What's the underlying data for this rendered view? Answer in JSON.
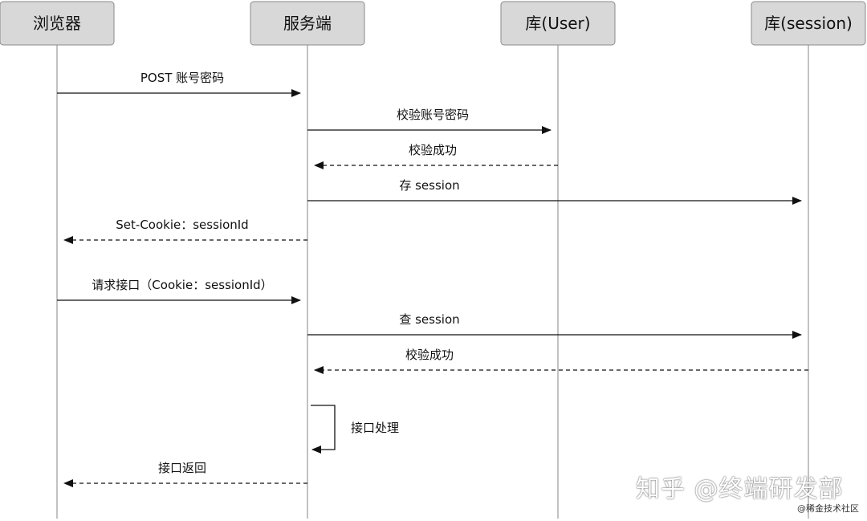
{
  "colors": {
    "actor_fill": "#d8d8d8",
    "actor_stroke": "#8a8a8a",
    "lifeline": "#999999",
    "arrow": "#111111",
    "text": "#111111"
  },
  "participants": [
    {
      "id": "browser",
      "label": "浏览器"
    },
    {
      "id": "server",
      "label": "服务端"
    },
    {
      "id": "userdb",
      "label": "库(User)"
    },
    {
      "id": "sessiondb",
      "label": "库(session)"
    }
  ],
  "messages": [
    {
      "from": "browser",
      "to": "server",
      "label": "POST 账号密码",
      "style": "solid"
    },
    {
      "from": "server",
      "to": "userdb",
      "label": "校验账号密码",
      "style": "solid"
    },
    {
      "from": "userdb",
      "to": "server",
      "label": "校验成功",
      "style": "dashed"
    },
    {
      "from": "server",
      "to": "sessiondb",
      "label": "存 session",
      "style": "solid"
    },
    {
      "from": "server",
      "to": "browser",
      "label": "Set-Cookie：sessionId",
      "style": "dashed"
    },
    {
      "from": "browser",
      "to": "server",
      "label": "请求接口（Cookie：sessionId）",
      "style": "solid"
    },
    {
      "from": "server",
      "to": "sessiondb",
      "label": "查 session",
      "style": "solid"
    },
    {
      "from": "sessiondb",
      "to": "server",
      "label": "校验成功",
      "style": "dashed"
    },
    {
      "from": "server",
      "to": "server",
      "label": "接口处理",
      "style": "self"
    },
    {
      "from": "server",
      "to": "browser",
      "label": "接口返回",
      "style": "dashed"
    }
  ],
  "watermark": {
    "main": "知乎 @终端研发部",
    "sub": "@稀金技术社区"
  }
}
